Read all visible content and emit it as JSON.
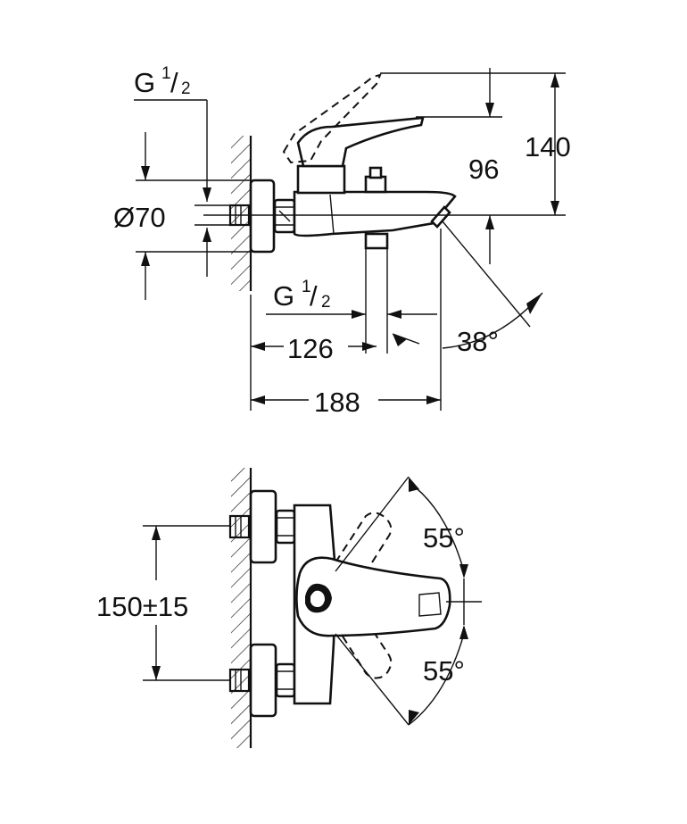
{
  "top_view": {
    "inlet_thread": {
      "base": "G",
      "num": "1",
      "den": "2"
    },
    "diameter_label": "Ø70",
    "outlet_thread": {
      "base": "G",
      "num": "1",
      "den": "2"
    },
    "dim_126": "126",
    "dim_188": "188",
    "dim_96": "96",
    "dim_140": "140",
    "angle_spout": "38°"
  },
  "bottom_view": {
    "center_distance": "150±15",
    "angle_upper": "55°",
    "angle_lower": "55°"
  }
}
